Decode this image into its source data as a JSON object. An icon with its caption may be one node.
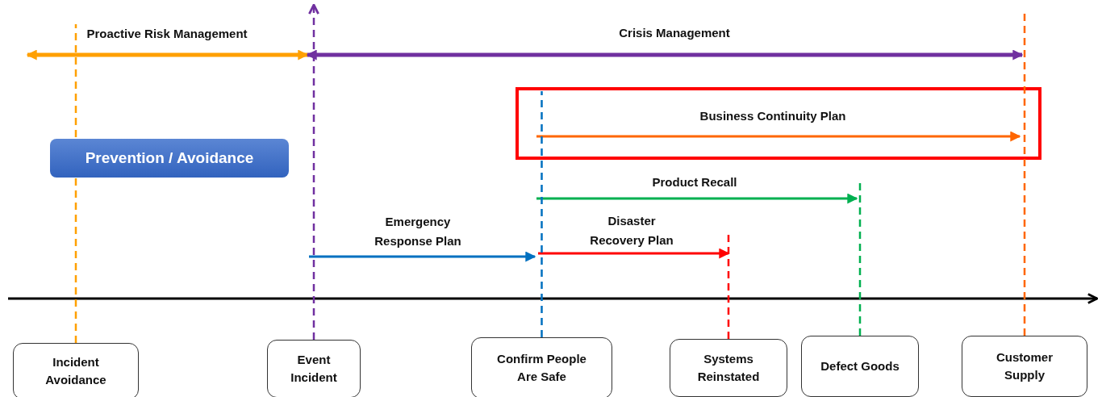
{
  "diagram": {
    "nodes": [
      {
        "text": [
          "Prevention / Avoidance"
        ]
      },
      {
        "text": [
          "Incident Avoidance"
        ]
      },
      {
        "text": [
          "Event Incident"
        ]
      },
      {
        "text": [
          "Confirm People Are Safe"
        ]
      },
      {
        "text": [
          "Systems Reinstated"
        ]
      },
      {
        "text": [
          "Defect Goods"
        ]
      },
      {
        "text": [
          "Customer Supply"
        ]
      }
    ],
    "edges": [
      {
        "from": 1,
        "to": null,
        "arrow": "none",
        "style": "dashed",
        "color": "#ffa000"
      },
      {
        "from": 2,
        "to": null,
        "arrow": "to",
        "style": "dashed",
        "color": "#7030a0"
      },
      {
        "from": 3,
        "to": null,
        "arrow": "none",
        "style": "dashed",
        "color": "#0070c0"
      },
      {
        "from": 4,
        "to": null,
        "arrow": "none",
        "style": "dashed",
        "color": "#ff0000"
      },
      {
        "from": 5,
        "to": null,
        "arrow": "none",
        "style": "dashed",
        "color": "#00b050"
      },
      {
        "from": 6,
        "to": null,
        "arrow": "none",
        "style": "dashed",
        "color": "#ff6600"
      }
    ],
    "labels": [
      "Proactive Risk Management",
      "Crisis Management",
      "Business Continuity Plan",
      "Product Recall",
      "Emergency Response Plan",
      "Disaster Recovery Plan"
    ]
  }
}
